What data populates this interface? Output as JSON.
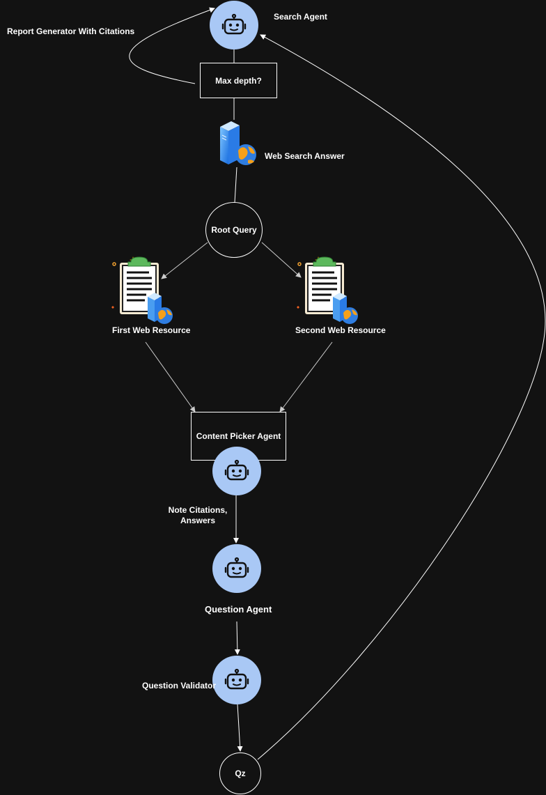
{
  "nodes": {
    "search_agent": "Search Agent",
    "report_generator": "Report Generator With Citations",
    "max_depth": "Max depth?",
    "web_search_answer": "Web Search Answer",
    "root_query": "Root Query",
    "first_web_resource": "First Web Resource",
    "second_web_resource": "Second Web Resource",
    "content_picker_agent": "Content Picker Agent",
    "note_citations": "Note Citations,\nAnswers",
    "question_agent": "Question Agent",
    "question_validator": "Question Validator",
    "qz": "Qz"
  },
  "icons": {
    "agent": "robot-icon",
    "web_server": "web-server-globe-icon",
    "document": "clipboard-document-icon"
  },
  "colors": {
    "background": "#121212",
    "agent_fill": "#a9c8f5",
    "edge": "#ffffff"
  }
}
